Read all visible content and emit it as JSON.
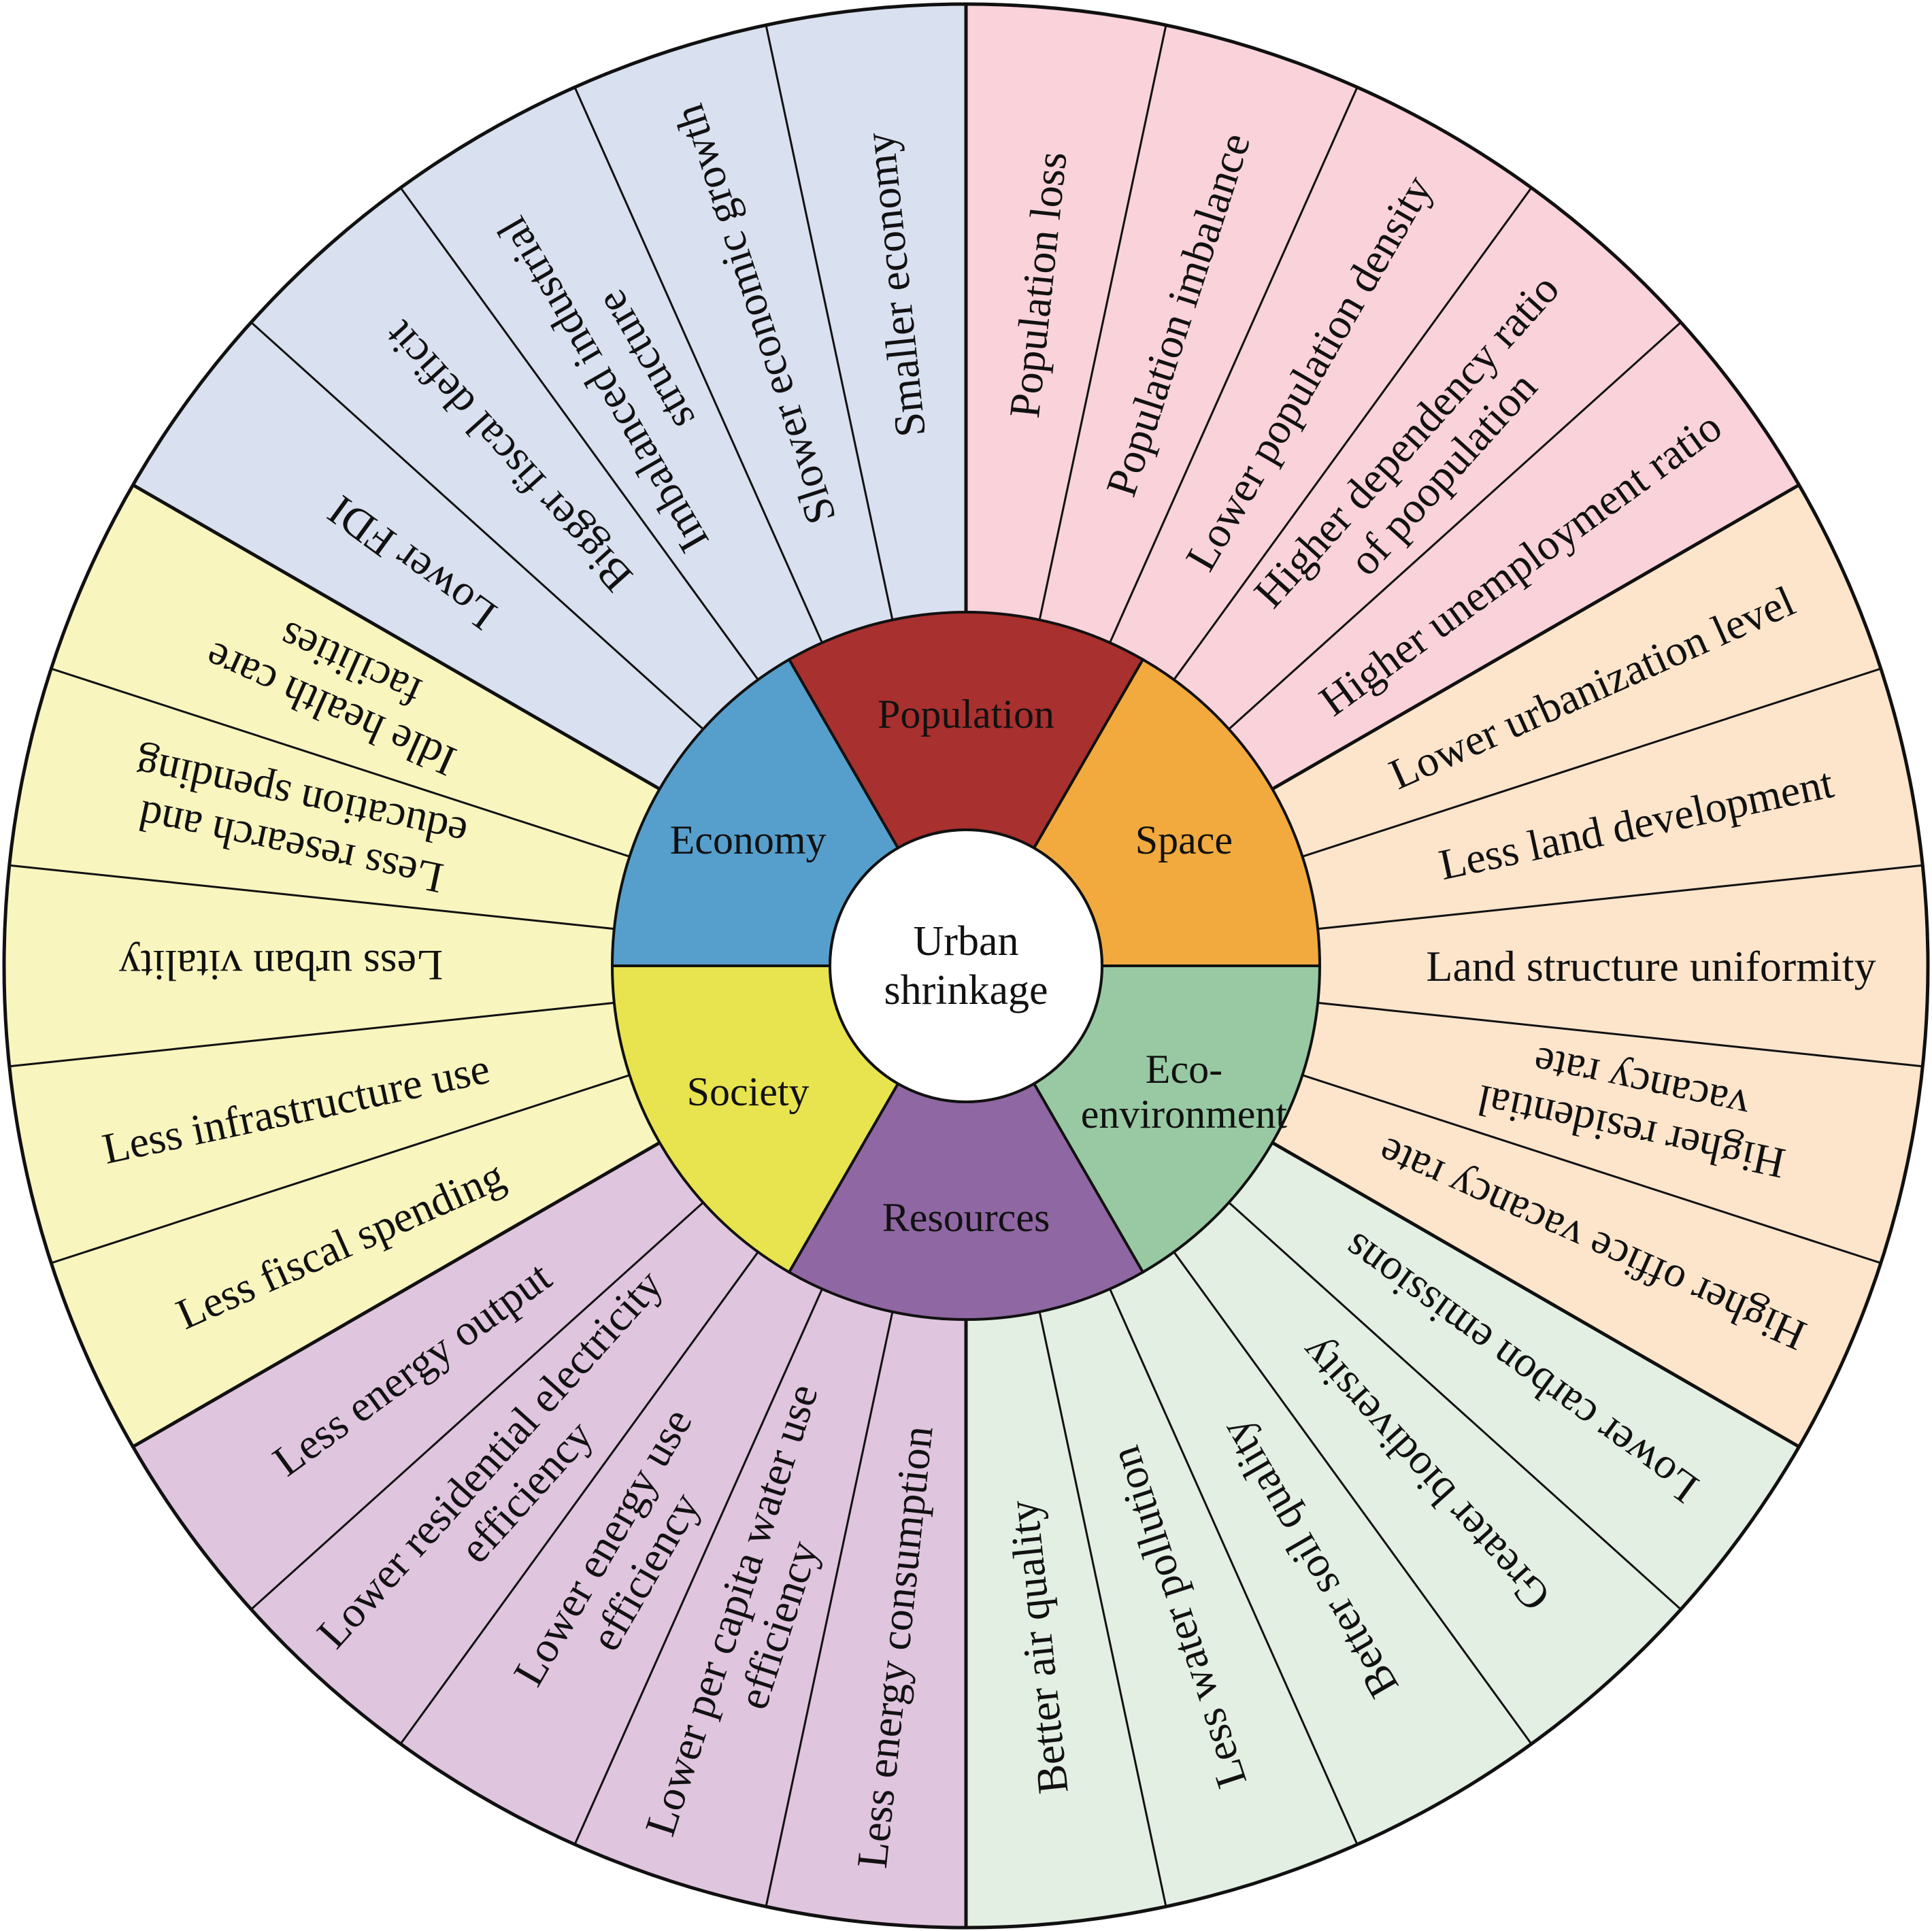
{
  "center": {
    "lines": [
      "Urban",
      "shrinkage"
    ]
  },
  "categories": [
    {
      "name": [
        "Population"
      ],
      "inner_color": "#a8302e",
      "outer_color": "#f9d2da",
      "items": [
        [
          "Population loss"
        ],
        [
          "Population imbalance"
        ],
        [
          "Lower population density"
        ],
        [
          "Higher dependency ratio",
          "of poopulation"
        ],
        [
          "Higher unemployment ratio"
        ]
      ]
    },
    {
      "name": [
        "Space"
      ],
      "inner_color": "#f2aa3e",
      "outer_color": "#fde5cc",
      "items": [
        [
          "Lower urbanization level"
        ],
        [
          "Less land development"
        ],
        [
          "Land structure uniformity"
        ],
        [
          "Higher residential",
          "vacancy rate"
        ],
        [
          "Higher office vacancy rate"
        ]
      ]
    },
    {
      "name": [
        "Eco-",
        "environment"
      ],
      "inner_color": "#98c9a3",
      "outer_color": "#e3efe3",
      "items": [
        [
          "Lower carbon emissions"
        ],
        [
          "Greater biodiversity"
        ],
        [
          "Better soil quality"
        ],
        [
          "Less water pollution"
        ],
        [
          "Better air quality"
        ]
      ]
    },
    {
      "name": [
        "Resources"
      ],
      "inner_color": "#8f67a2",
      "outer_color": "#e0c5df",
      "items": [
        [
          "Less energy consumption"
        ],
        [
          "Lower per capita water use",
          "efficiency"
        ],
        [
          "Lower energy use",
          "efficiency"
        ],
        [
          "Lower residential electricity",
          "efficiency"
        ],
        [
          "Less energy output"
        ]
      ]
    },
    {
      "name": [
        "Society"
      ],
      "inner_color": "#e8e44f",
      "outer_color": "#f8f5bf",
      "items": [
        [
          "Less fiscal spending"
        ],
        [
          "Less infrastructure use"
        ],
        [
          "Less urban vitality"
        ],
        [
          "Less research and",
          "education spending"
        ],
        [
          "Idle health care",
          "facilities"
        ]
      ]
    },
    {
      "name": [
        "Economy"
      ],
      "inner_color": "#569fcc",
      "outer_color": "#d9e0ef",
      "items": [
        [
          "Lower FDI"
        ],
        [
          "Bigger fiscal deficit"
        ],
        [
          "Imbalanced industrial",
          "structure"
        ],
        [
          "Slower economic growth"
        ],
        [
          "Smaller economy"
        ]
      ]
    }
  ]
}
